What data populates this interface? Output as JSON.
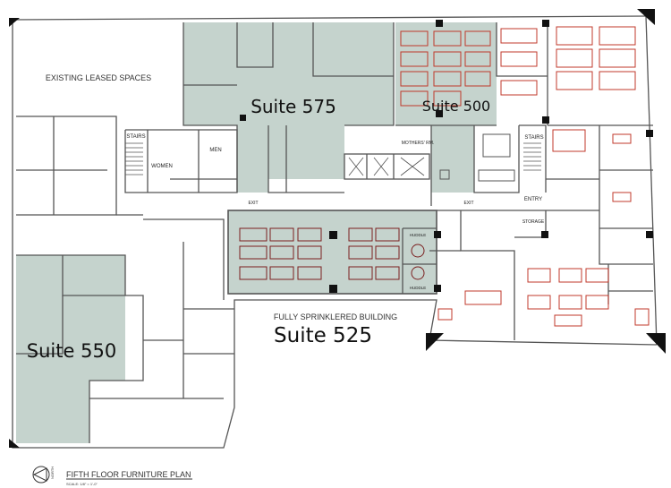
{
  "plan": {
    "title": "FIFTH FLOOR FURNITURE PLAN",
    "scale": "SCALE: 1/8\" = 1'-0\"",
    "north": "NORTH",
    "building_note": "FULLY SPRINKLERED BUILDING",
    "existing_note": "EXISTING LEASED SPACES"
  },
  "suites": {
    "s575": "Suite 575",
    "s500": "Suite 500",
    "s550": "Suite 550",
    "s525": "Suite 525"
  },
  "rooms": {
    "stairs_left": "STAIRS",
    "stairs_right": "STAIRS",
    "women": "WOMEN",
    "men": "MEN",
    "mothers": "MOTHERS' RM.",
    "exit_left": "EXIT",
    "exit_right": "EXIT",
    "entry": "ENTRY",
    "storage": "STORAGE",
    "huddle_top": "HUDDLE",
    "huddle_bottom": "HUDDLE"
  },
  "colors": {
    "highlight": "#c5d3cd",
    "wall": "#555555",
    "furniture": "#c0392b",
    "column": "#111111"
  }
}
